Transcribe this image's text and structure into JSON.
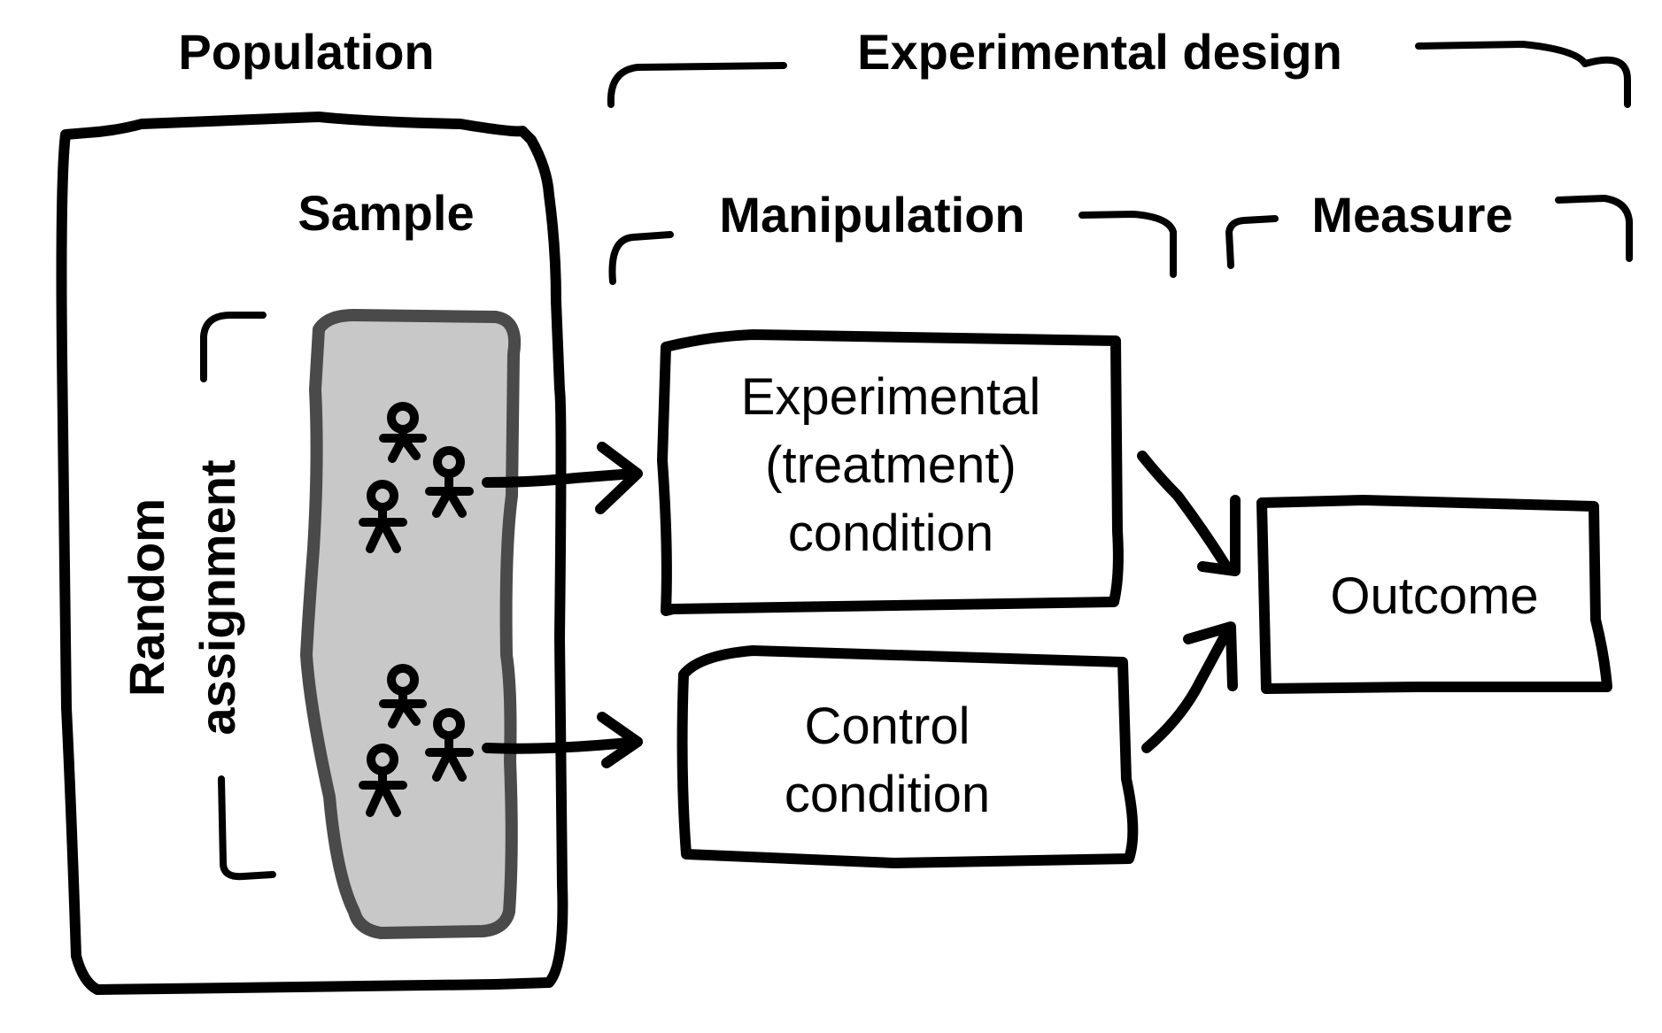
{
  "headers": {
    "population": "Population",
    "experimental_design": "Experimental design",
    "sample": "Sample",
    "manipulation": "Manipulation",
    "measure": "Measure",
    "random_assignment_line1": "Random",
    "random_assignment_line2": "assignment"
  },
  "boxes": {
    "experimental": [
      "Experimental",
      "(treatment)",
      "condition"
    ],
    "control": [
      "Control",
      "condition"
    ],
    "outcome": [
      "Outcome"
    ]
  },
  "colors": {
    "stroke": "#000000",
    "sample_fill": "#c8c8c8",
    "sample_border": "#4a4a4a",
    "background": "#ffffff"
  },
  "groups": {
    "people_per_group": 3,
    "group_count": 2
  }
}
